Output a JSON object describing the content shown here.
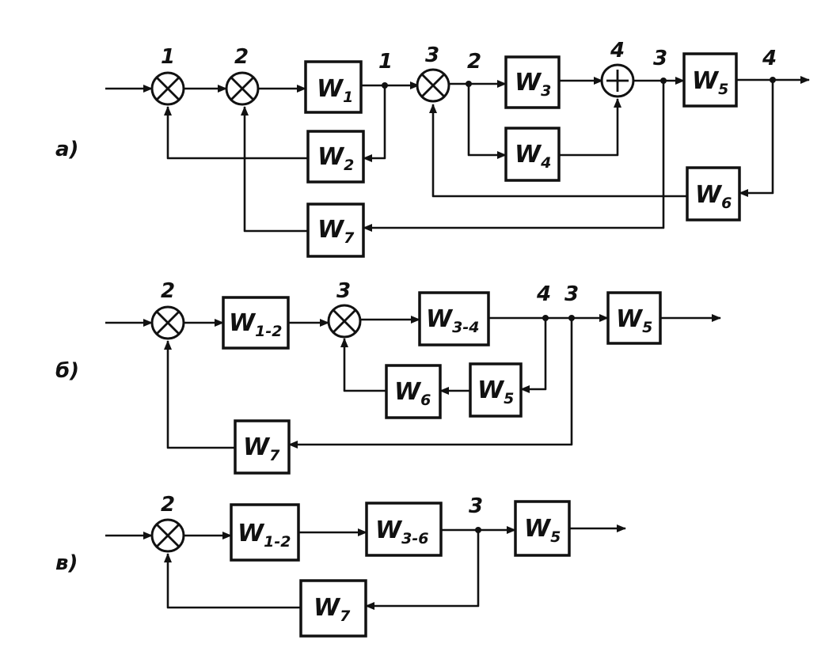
{
  "colors": {
    "ink": "#111111",
    "paper": "#ffffff"
  },
  "panel_labels": {
    "a": "а)",
    "b": "б)",
    "c": "в)"
  },
  "panel_a": {
    "nodes": {
      "sum1": "1",
      "sum2": "2",
      "branch1": "1",
      "sum3": "3",
      "branch2": "2",
      "sum4": "4",
      "branch3": "3",
      "branch4": "4"
    },
    "blocks": {
      "w1": {
        "main": "W",
        "sub": "1"
      },
      "w2": {
        "main": "W",
        "sub": "2"
      },
      "w3": {
        "main": "W",
        "sub": "3"
      },
      "w4": {
        "main": "W",
        "sub": "4"
      },
      "w5": {
        "main": "W",
        "sub": "5"
      },
      "w6": {
        "main": "W",
        "sub": "6"
      },
      "w7": {
        "main": "W",
        "sub": "7"
      }
    }
  },
  "panel_b": {
    "nodes": {
      "sum2": "2",
      "sum3": "3",
      "branch4": "4",
      "branch3": "3"
    },
    "blocks": {
      "w12": {
        "main": "W",
        "sub": "1-2"
      },
      "w34": {
        "main": "W",
        "sub": "3-4"
      },
      "w5": {
        "main": "W",
        "sub": "5"
      },
      "w6": {
        "main": "W",
        "sub": "6"
      },
      "w5fb": {
        "main": "W",
        "sub": "5"
      },
      "w7": {
        "main": "W",
        "sub": "7"
      }
    }
  },
  "panel_c": {
    "nodes": {
      "sum2": "2",
      "branch3": "3"
    },
    "blocks": {
      "w12": {
        "main": "W",
        "sub": "1-2"
      },
      "w36": {
        "main": "W",
        "sub": "3-6"
      },
      "w5": {
        "main": "W",
        "sub": "5"
      },
      "w7": {
        "main": "W",
        "sub": "7"
      }
    }
  }
}
